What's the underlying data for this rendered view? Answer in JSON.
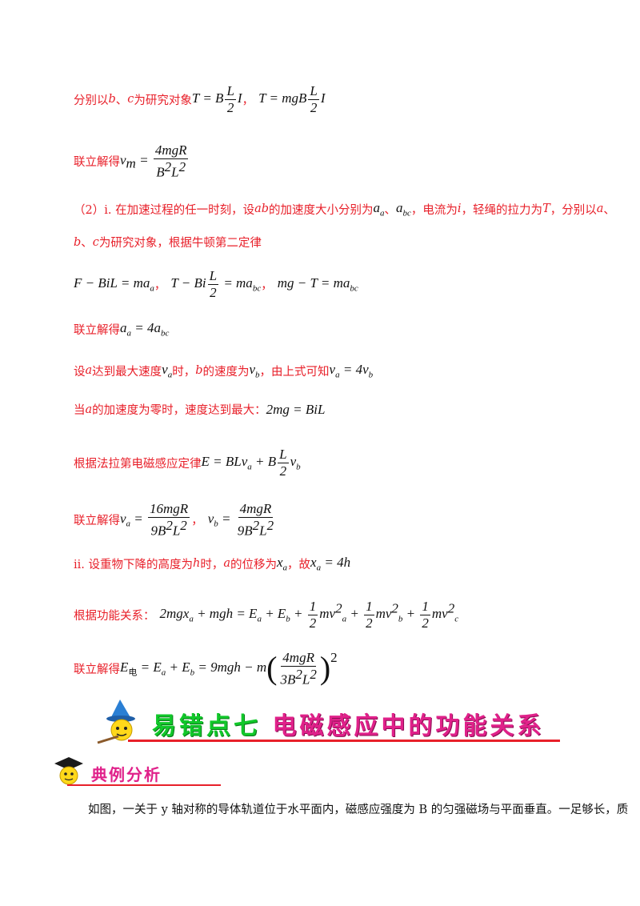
{
  "l1": {
    "pre": "分别以",
    "b": "b",
    "sep": "、",
    "c": "c",
    "post": "为研究对象",
    "sep2": "，"
  },
  "l2": {
    "text": "联立解得"
  },
  "l3": {
    "text": "（2）i. 在加速过程的任一时刻，设",
    "ab": "ab",
    "mid": "的加速度大小分别为",
    "sep": "、",
    "mid2": "，电流为",
    "i": "i",
    "mid3": "，轻绳的拉力为",
    "T": "T",
    "end": "，分别以",
    "a": "a",
    "end2": "、"
  },
  "l4": {
    "b": "b",
    "sep": "、",
    "c": "c",
    "text": "为研究对象，根据牛顿第二定律"
  },
  "l6": {
    "text": "联立解得"
  },
  "l7": {
    "pre": "设",
    "a": "a",
    "mid": "达到最大速度",
    "mid2": "时，",
    "b": "b",
    "mid3": "的速度为",
    "end": "，由上式可知"
  },
  "l8": {
    "pre": "当",
    "a": "a",
    "text": "的加速度为零时，速度达到最大："
  },
  "l9": {
    "text": "根据法拉第电磁感应定律"
  },
  "l10": {
    "text": "联立解得",
    "sep": "，"
  },
  "l11": {
    "pre": "ii. 设重物下降的高度为",
    "h": "h",
    "mid": "时，",
    "a": "a",
    "mid2": "的位移为",
    "end": "，故"
  },
  "l12": {
    "text": "根据功能关系："
  },
  "l13": {
    "text": "联立解得"
  },
  "banner": {
    "green": "易错点七",
    "pink": "电磁感应中的功能关系"
  },
  "sub_banner": {
    "text": "典例分析"
  },
  "body": {
    "text": "如图，一关于 y 轴对称的导体轨道位于水平面内，磁感应强度为 B 的匀强磁场与平面垂直。一足够长，质"
  },
  "colors": {
    "red": "#e8202a",
    "green": "#11c82a",
    "pink": "#e0218a"
  }
}
